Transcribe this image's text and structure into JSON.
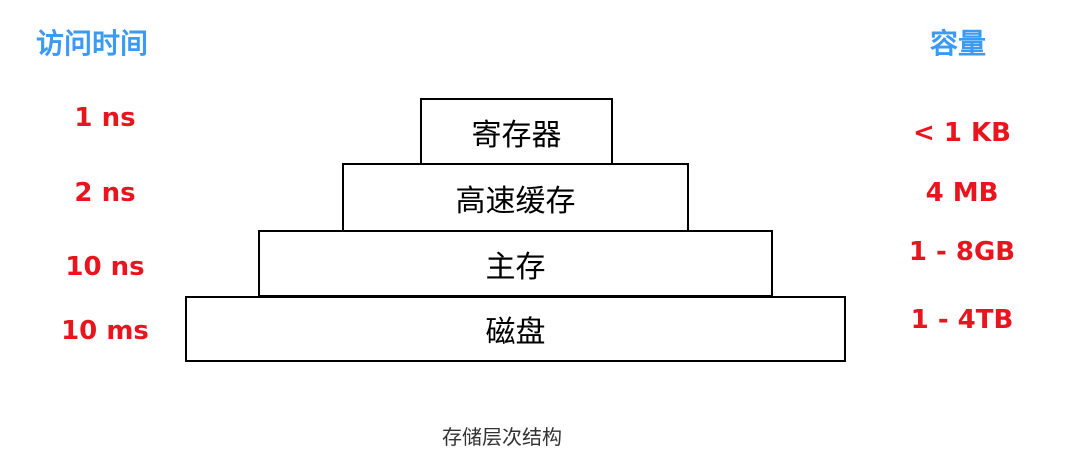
{
  "colors": {
    "header": "#3b9af2",
    "metric": "#e8141e",
    "border": "#000000",
    "caption": "#333333"
  },
  "headers": {
    "access_time": "访问时间",
    "capacity": "容量"
  },
  "levels": [
    {
      "name": "寄存器",
      "access_time": "1 ns",
      "capacity": "< 1 KB"
    },
    {
      "name": "高速缓存",
      "access_time": "2 ns",
      "capacity": "4 MB"
    },
    {
      "name": "主存",
      "access_time": "10 ns",
      "capacity": "1 - 8GB"
    },
    {
      "name": "磁盘",
      "access_time": "10 ms",
      "capacity": "1 - 4TB"
    }
  ],
  "caption": "存储层次结构"
}
